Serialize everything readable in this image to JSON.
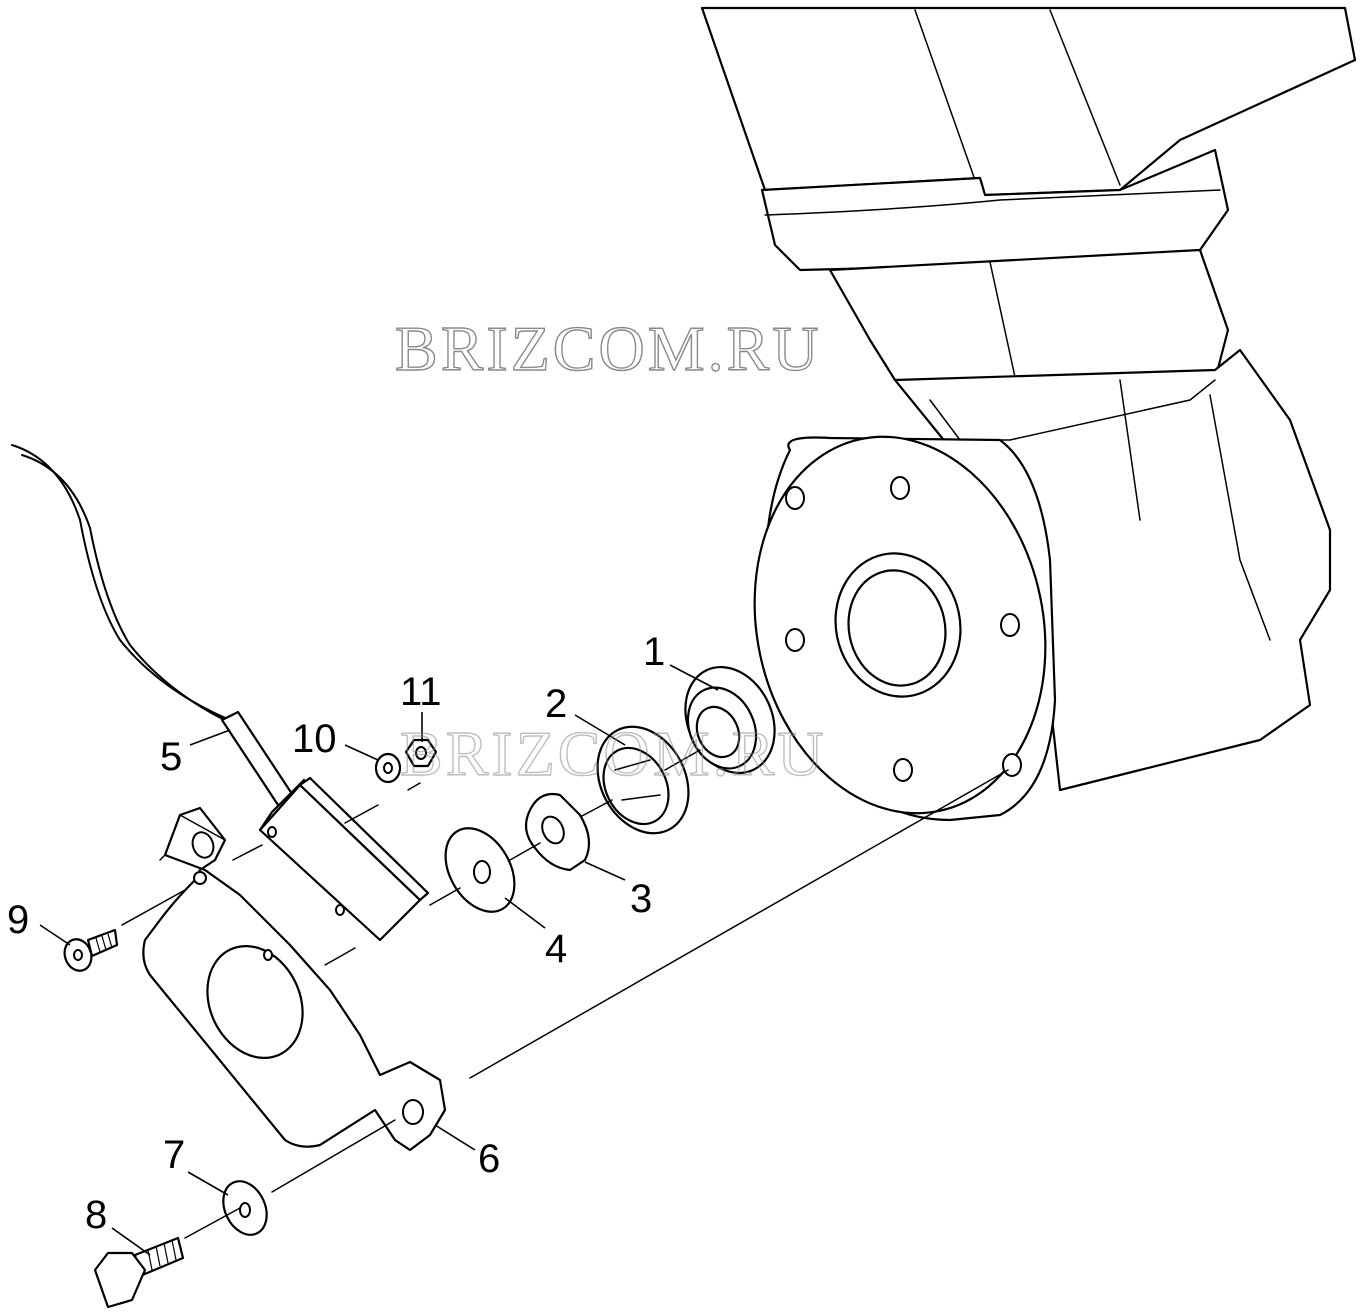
{
  "watermark": {
    "text_main": "BRIZCOM.RU",
    "text_second": "BRIZCOM.RU"
  },
  "callouts": {
    "c1": "1",
    "c2": "2",
    "c3": "3",
    "c4": "4",
    "c5": "5",
    "c6": "6",
    "c7": "7",
    "c8": "8",
    "c9": "9",
    "c10": "10",
    "c11": "11"
  },
  "colors": {
    "line": "#000000",
    "background": "#ffffff",
    "watermark": "#8a8a8a"
  }
}
